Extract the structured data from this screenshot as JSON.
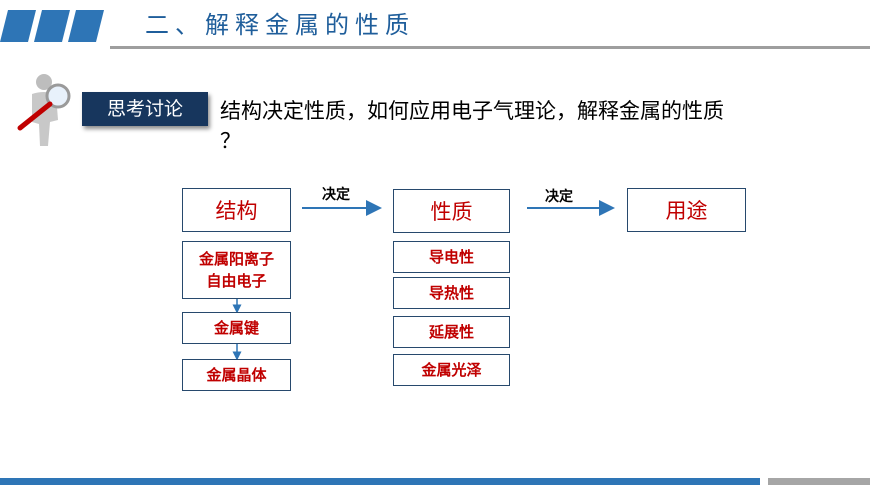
{
  "header": {
    "title": "二、解释金属的性质",
    "accent_color": "#2e75b6"
  },
  "discussion": {
    "icon": "magnifier-figure-icon",
    "badge": "思考讨论",
    "question_line1": "结构决定性质，如何应用电子气理论，解释金属的性质",
    "question_line2": "？"
  },
  "diagram": {
    "structure": "结构",
    "property": "性质",
    "usage": "用途",
    "arrow1_label": "决定",
    "arrow2_label": "决定",
    "structure_items": [
      "金属阳离子",
      "自由电子",
      "金属键",
      "金属晶体"
    ],
    "property_items": [
      "导电性",
      "导热性",
      "延展性",
      "金属光泽"
    ]
  }
}
